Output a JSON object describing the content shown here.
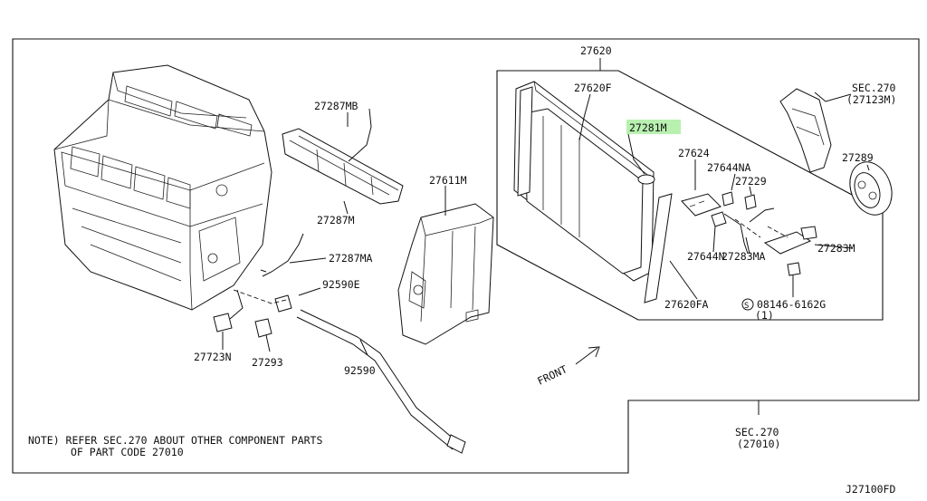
{
  "diagram": {
    "labels": {
      "p27620": "27620",
      "p27620F": "27620F",
      "p27281M": "27281M",
      "p27624": "27624",
      "p27644NA": "27644NA",
      "p27229": "27229",
      "p27644N": "27644N",
      "p27283MA": "27283MA",
      "p27283M": "27283M",
      "p27620FA": "27620FA",
      "p08146": "08146-6162G",
      "p08146qty": "(1)",
      "p27289": "27289",
      "sec270a": "SEC.270",
      "sec270a_sub": "(27123M)",
      "p27287MB": "27287MB",
      "p27287M": "27287M",
      "p27287MA": "27287MA",
      "p27611M": "27611M",
      "p92590E": "92590E",
      "p92590": "92590",
      "p27723N": "27723N",
      "p27293": "27293",
      "front": "FRONT",
      "sec270b": "SEC.270",
      "sec270b_sub": "(27010)",
      "note1": "NOTE) REFER SEC.270 ABOUT OTHER COMPONENT PARTS",
      "note2": "OF PART CODE 27010",
      "code": "J27100FD",
      "s_mark": "S"
    },
    "highlight_color": "#b8f0b0"
  }
}
